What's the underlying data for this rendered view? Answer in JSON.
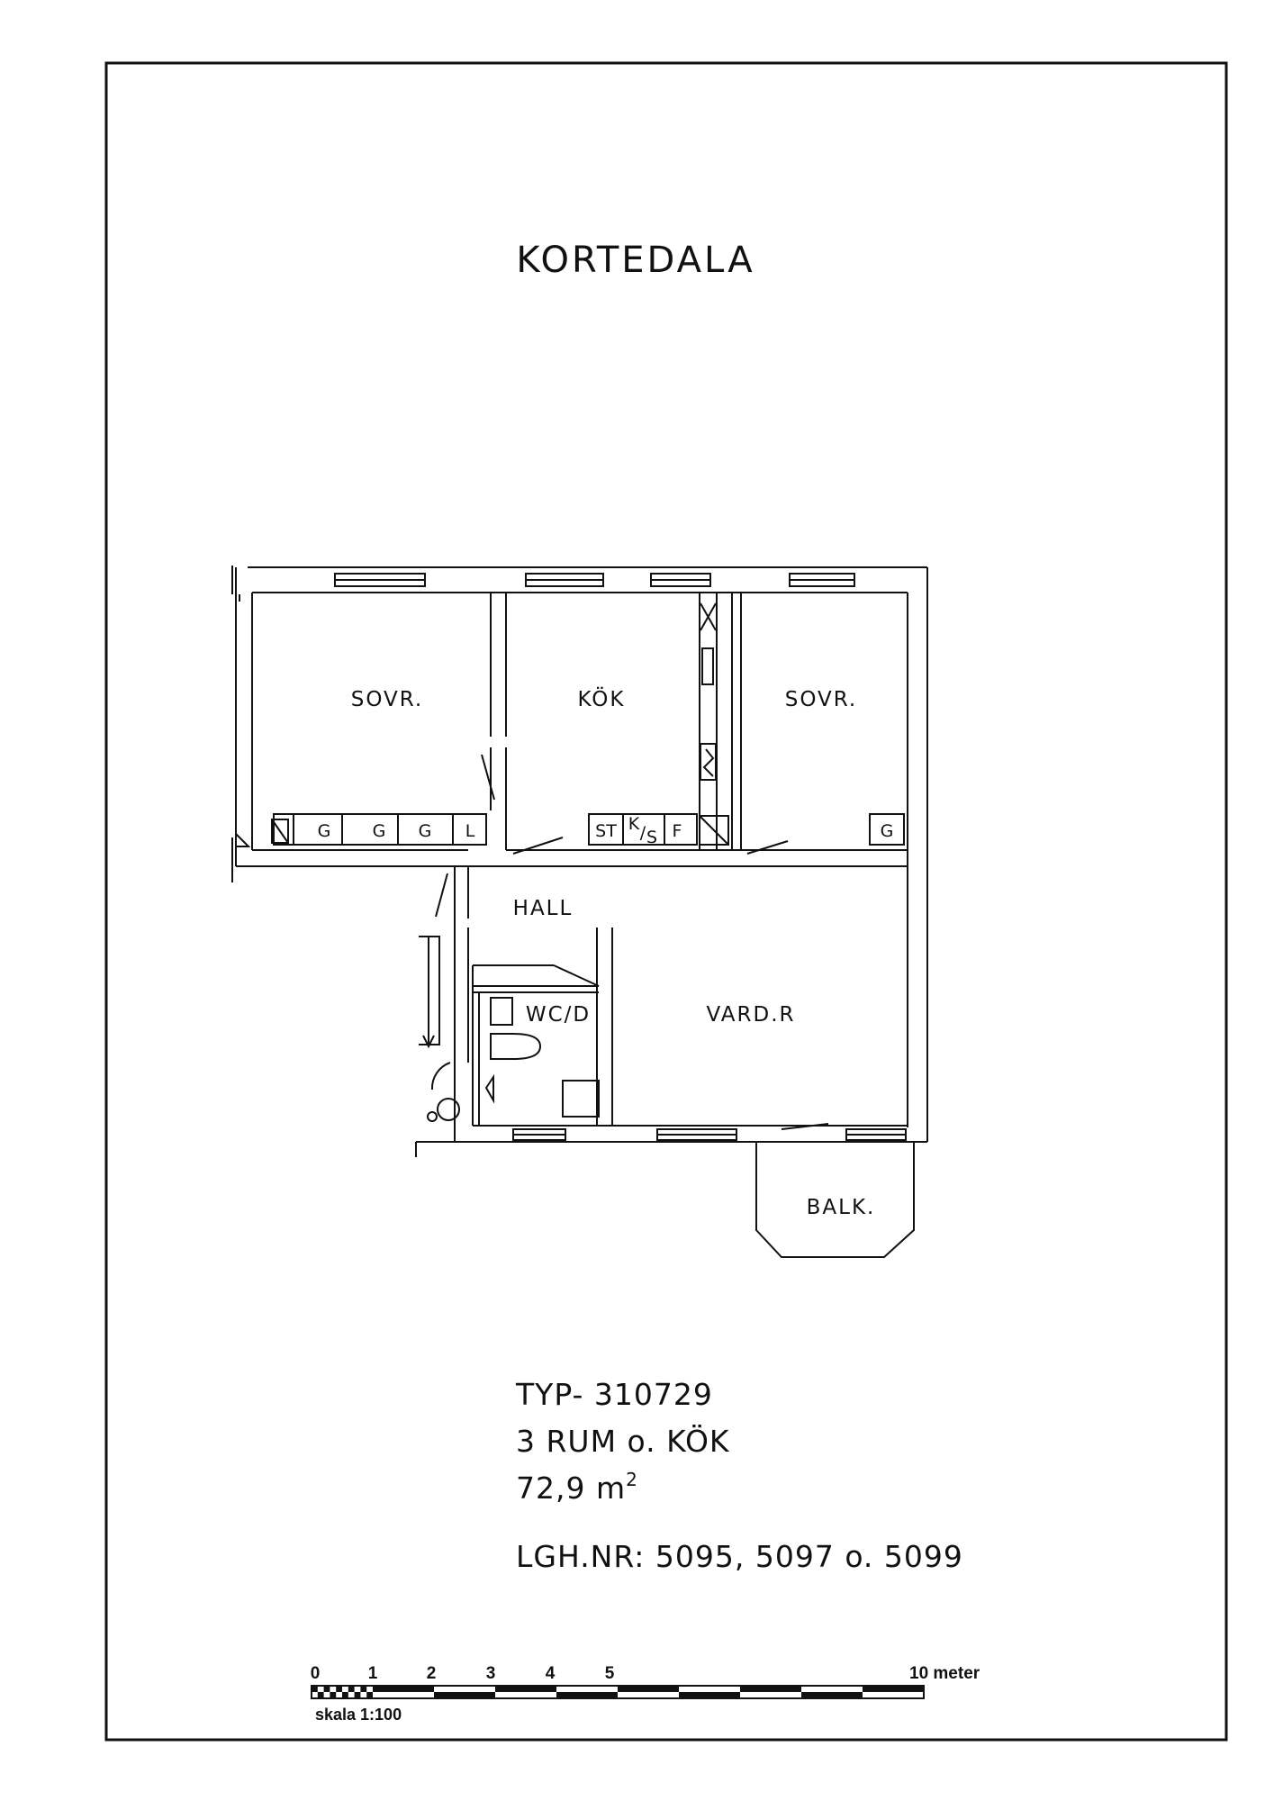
{
  "title": "KORTEDALA",
  "rooms": {
    "bedroom_left": "SOVR.",
    "kitchen": "KÖK",
    "bedroom_right": "SOVR.",
    "hall": "HALL",
    "bath": "WC/D",
    "living": "VARD.R",
    "balcony": "BALK."
  },
  "fixtures": {
    "wardrobe_g1": "G",
    "wardrobe_g2": "G",
    "wardrobe_g3": "G",
    "linen": "L",
    "stove": "ST",
    "fridge_freezer_k": "K",
    "fridge_freezer_s": "S",
    "freezer": "F",
    "wardrobe_right": "G"
  },
  "info": {
    "type": "TYP- 310729",
    "rooms": "3 RUM o. KÖK",
    "area_value": "72,9 m",
    "area_sup": "2",
    "apartments": "LGH.NR: 5095, 5097 o. 5099"
  },
  "scale": {
    "ticks": [
      "0",
      "1",
      "2",
      "3",
      "4",
      "5"
    ],
    "end_label": "10 meter",
    "caption": "skala 1:100"
  }
}
